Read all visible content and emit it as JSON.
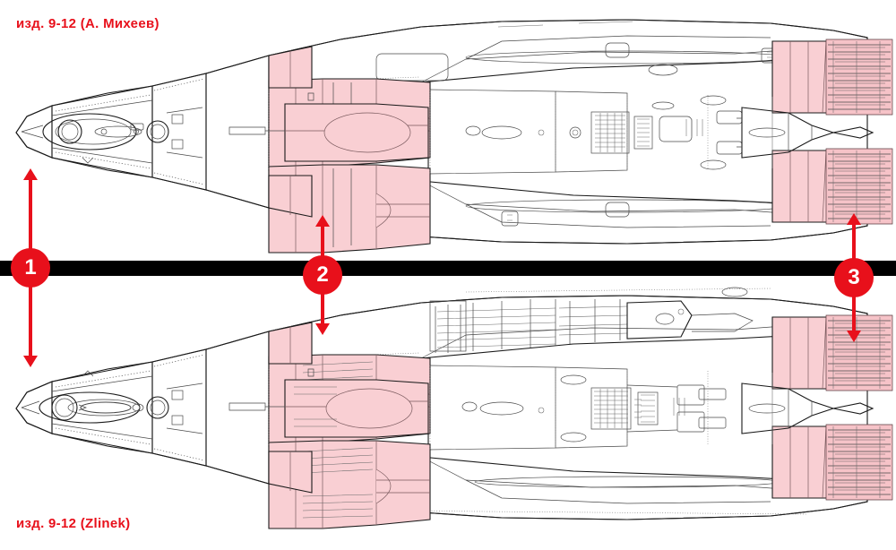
{
  "figure": {
    "title_top": "изд. 9-12 (А. Михеев)",
    "title_bottom": "изд. 9-12 (Zlinek)",
    "accent_color": "#e8101b",
    "highlight_color": "#f9cfd3",
    "divider_color": "#000000",
    "line_color": "#1a1a1a",
    "background_color": "#ffffff"
  },
  "callouts": [
    {
      "id": "1",
      "label": "1",
      "name": "callout-marker-1"
    },
    {
      "id": "2",
      "label": "2",
      "name": "callout-marker-2"
    },
    {
      "id": "3",
      "label": "3",
      "name": "callout-marker-3"
    }
  ],
  "views": [
    {
      "name": "top-view-mikheev",
      "caption": "изд. 9-12 (А. Михеев)",
      "subject": "MiG-29 izdeliye 9-12 underside plan drawing",
      "highlighted_regions": [
        "forward-intake-fairings",
        "wing-root-leading-edge-panels",
        "engine-nozzle-petals"
      ]
    },
    {
      "name": "bottom-view-zlinek",
      "caption": "изд. 9-12 (Zlinek)",
      "subject": "MiG-29 izdeliye 9-12 underside plan drawing",
      "highlighted_regions": [
        "forward-intake-fairings",
        "wing-root-leading-edge-panels",
        "engine-nozzle-petals"
      ]
    }
  ]
}
